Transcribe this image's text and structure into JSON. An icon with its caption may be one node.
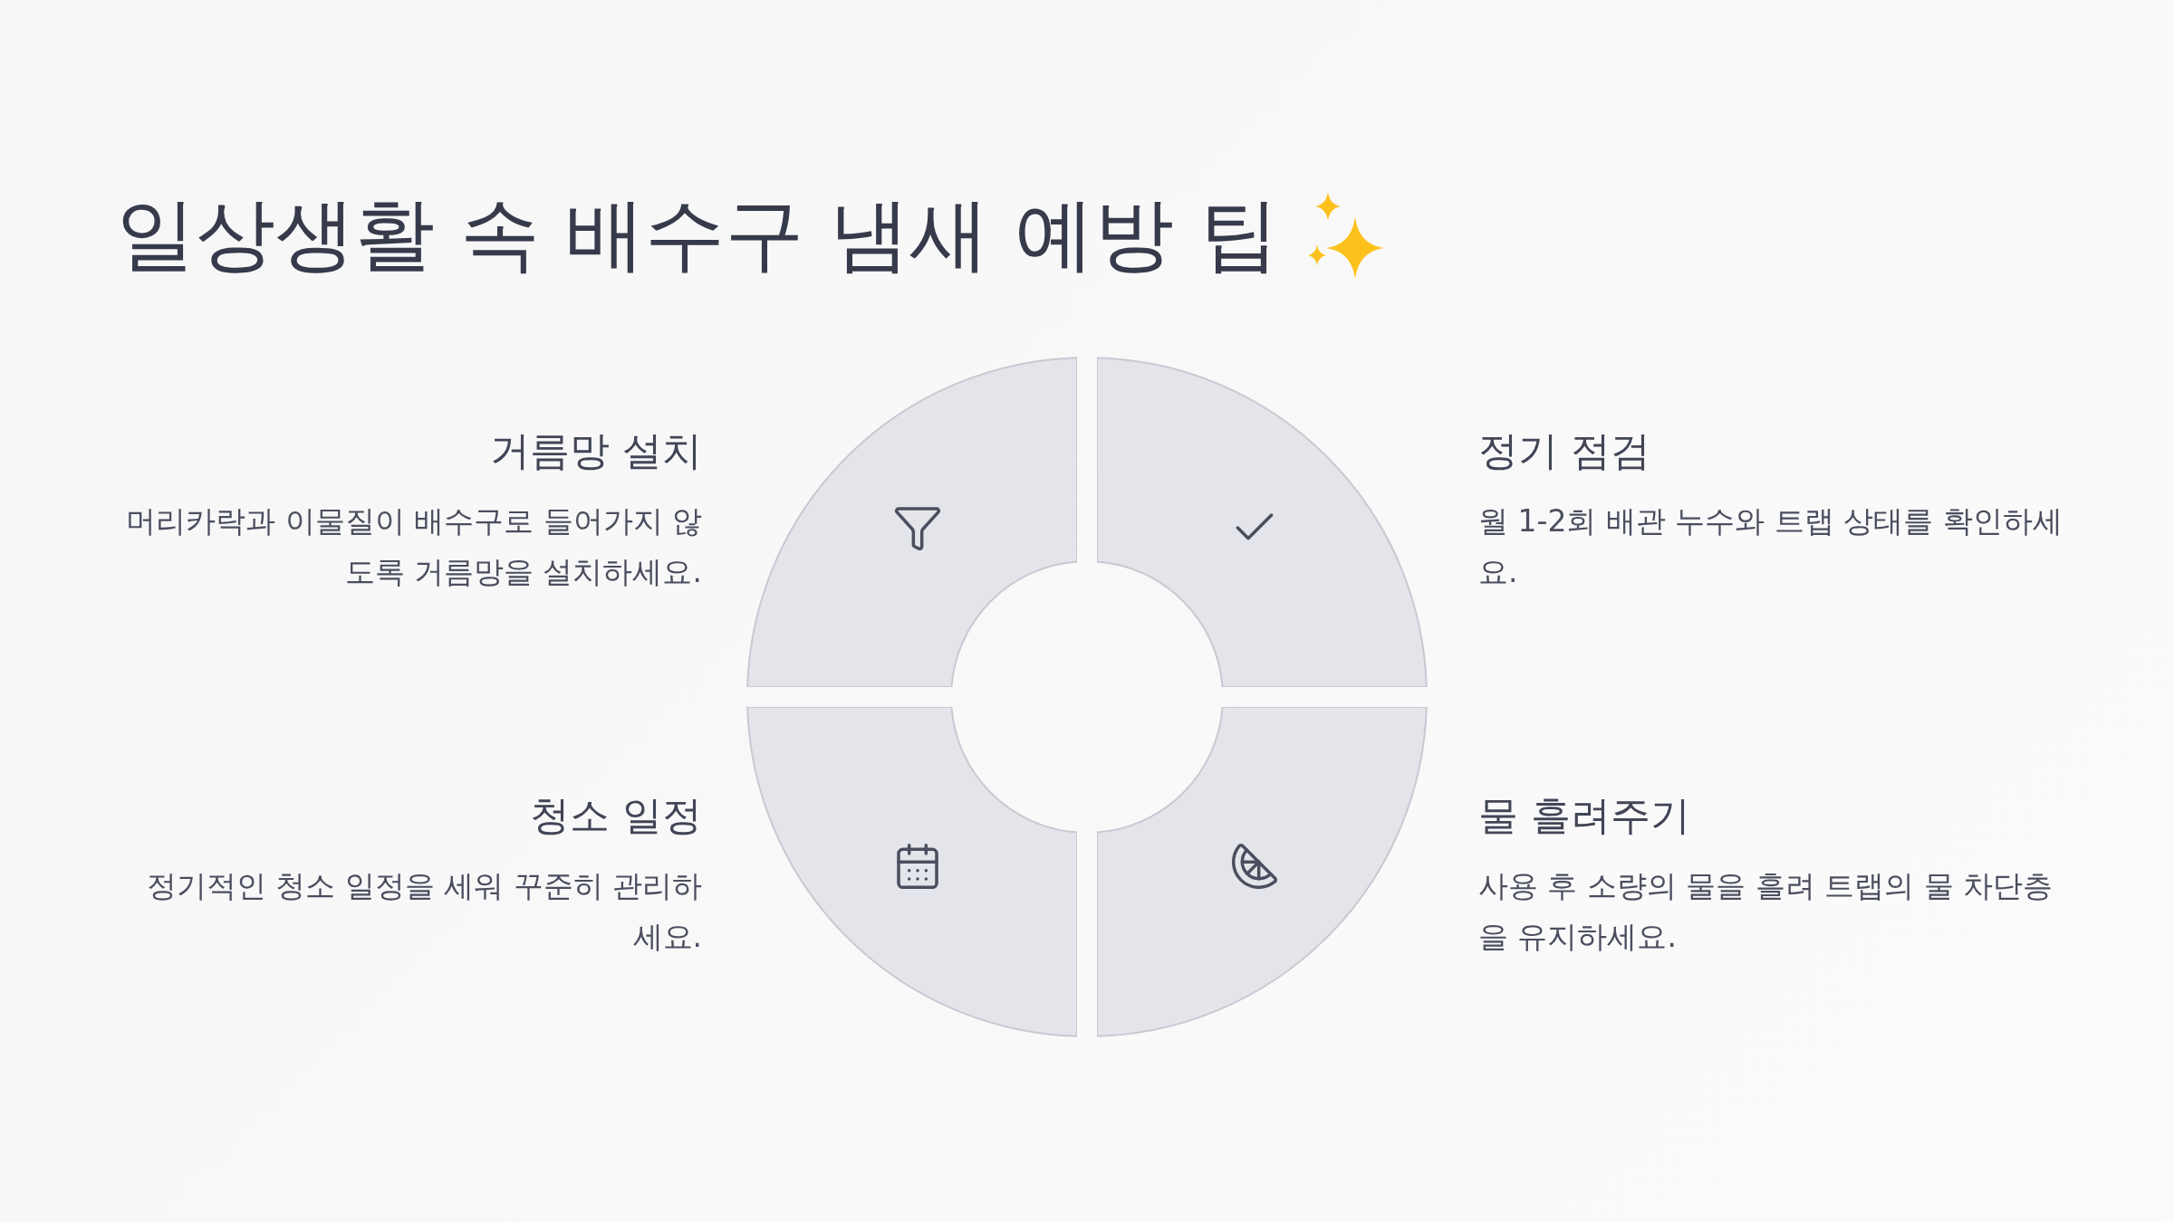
{
  "diagram": {
    "title": "일상생활 속 배수구 냄새 예방 팁",
    "nodes": [
      {
        "text": [
          "거름망 설치",
          "머리카락과 이물질이 배수구로 들어가지 않도록 거름망을 설치하세요."
        ]
      },
      {
        "text": [
          "정기 점검",
          "월 1-2회 배관 누수와 트랩 상태를 확인하세요."
        ]
      },
      {
        "text": [
          "청소 일정",
          "정기적인 청소 일정을 세워 꾸준히 관리하세요."
        ]
      },
      {
        "text": [
          "물 흘려주기",
          "사용 후 소량의 물을 흘려 트랩의 물 차단층을 유지하세요."
        ]
      }
    ]
  }
}
